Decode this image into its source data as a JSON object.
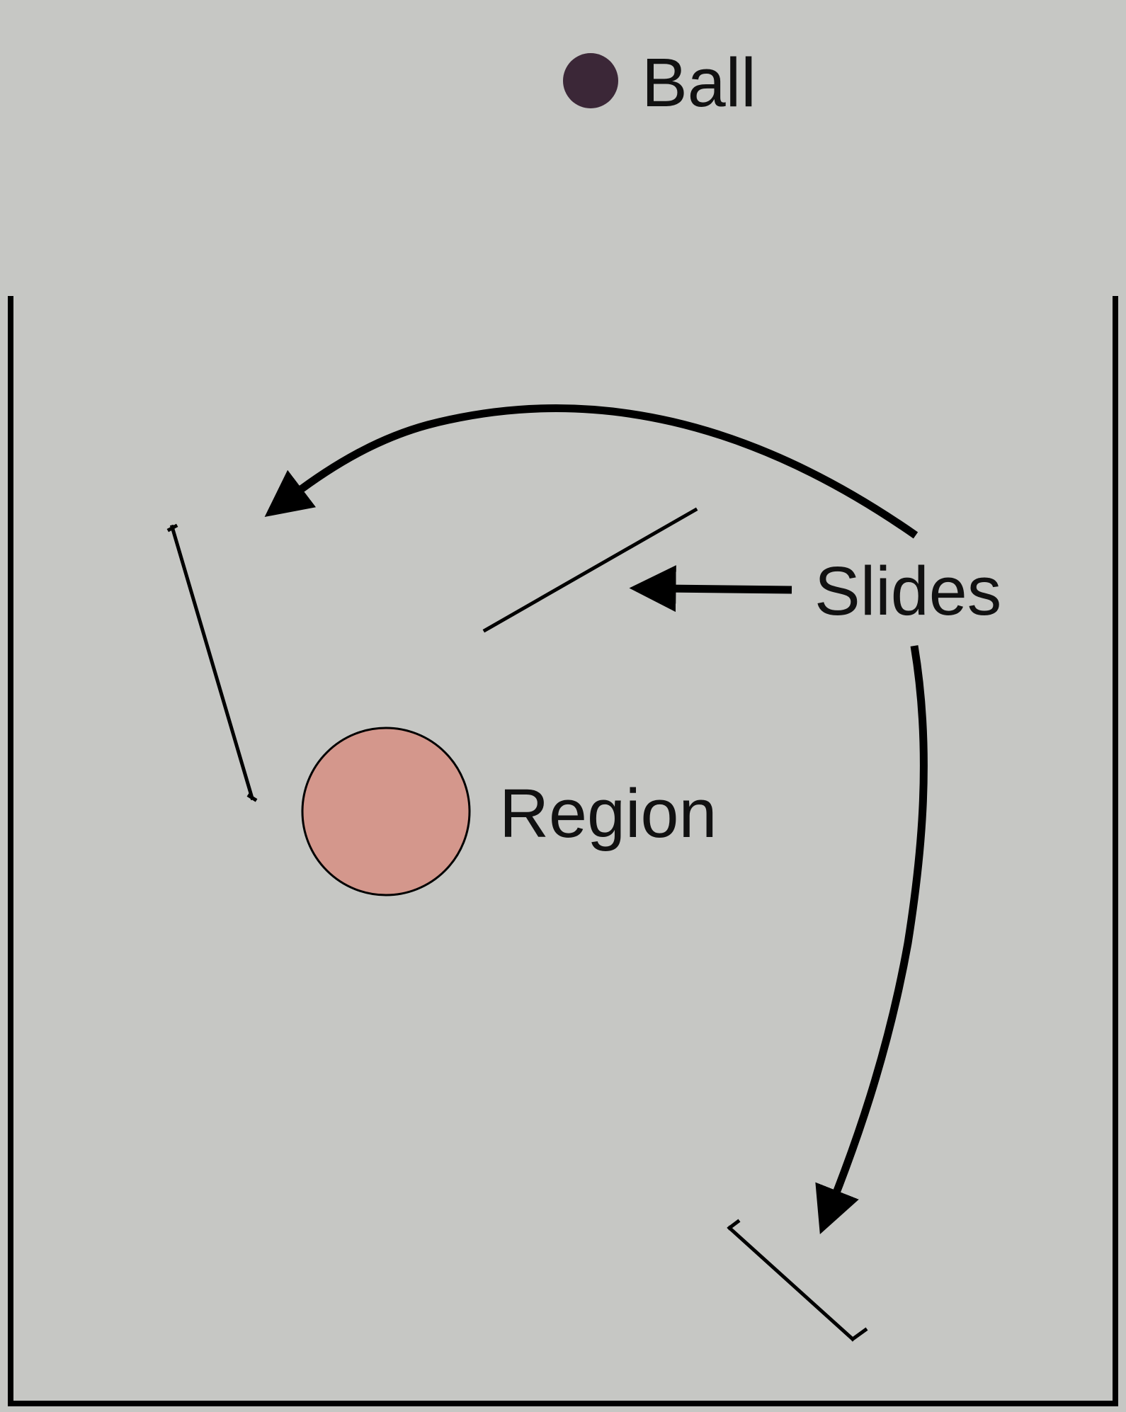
{
  "labels": {
    "ball": "Ball",
    "slides": "Slides",
    "region": "Region"
  },
  "colors": {
    "background": "#c6c7c4",
    "ball": "#3b2737",
    "region_fill": "#d4978c",
    "stroke": "#000000"
  }
}
